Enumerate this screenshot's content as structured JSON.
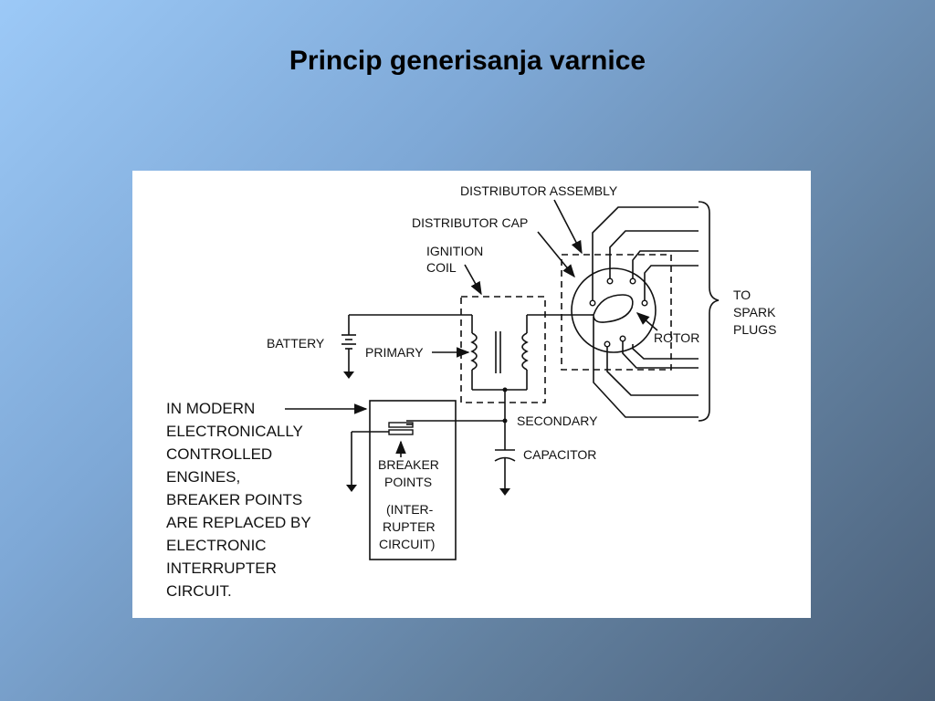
{
  "slide": {
    "title": "Princip generisanja varnice"
  },
  "diagram": {
    "labels": {
      "distributor_assembly": "DISTRIBUTOR ASSEMBLY",
      "distributor_cap": "DISTRIBUTOR CAP",
      "ignition_coil": [
        "IGNITION",
        "COIL"
      ],
      "battery": "BATTERY",
      "primary": "PRIMARY",
      "rotor": "ROTOR",
      "to_spark_plugs": [
        "TO",
        "SPARK",
        "PLUGS"
      ],
      "secondary": "SECONDARY",
      "capacitor": "CAPACITOR",
      "breaker_points": [
        "BREAKER",
        "POINTS"
      ],
      "interrupter": [
        "(INTER-",
        "RUPTER",
        "CIRCUIT)"
      ]
    },
    "note_lines": [
      "IN MODERN",
      "ELECTRONICALLY",
      "CONTROLLED",
      "ENGINES,",
      "BREAKER POINTS",
      "ARE REPLACED BY",
      "ELECTRONIC",
      "INTERRUPTER",
      "CIRCUIT."
    ]
  }
}
